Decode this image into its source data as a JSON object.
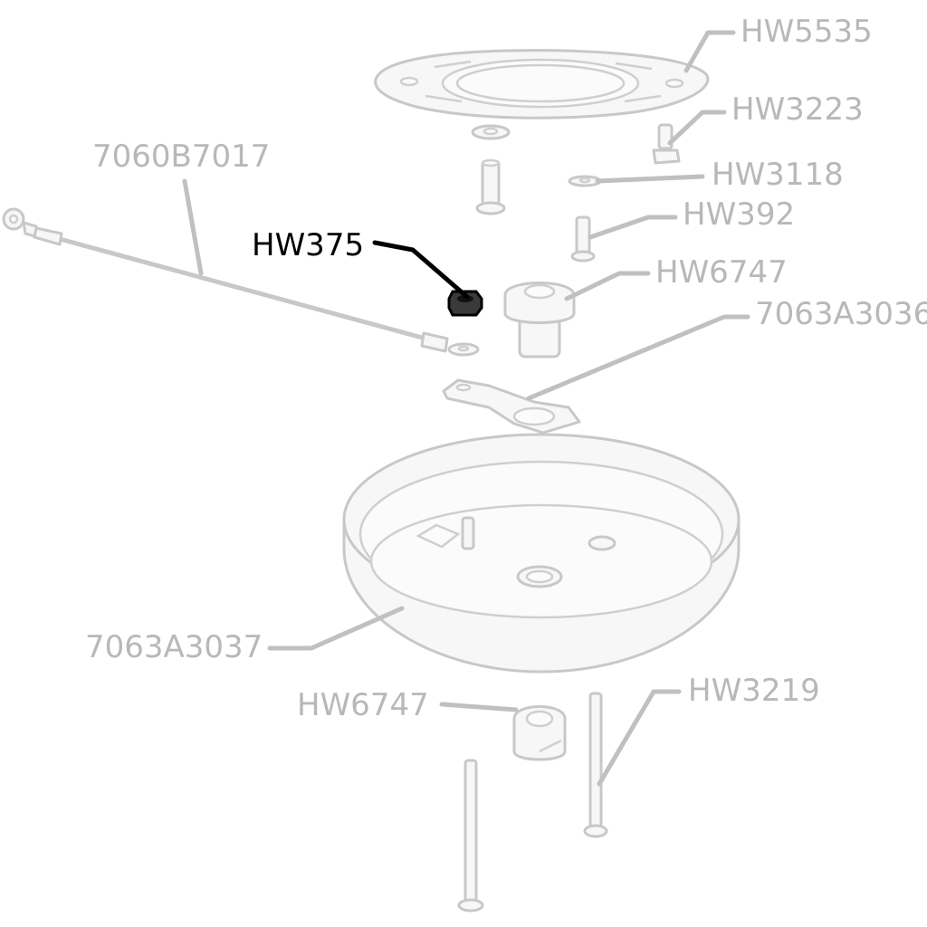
{
  "labels": {
    "hw5535": "HW5535",
    "hw3223": "HW3223",
    "hw3118": "HW3118",
    "hw392": "HW392",
    "hw6747_top": "HW6747",
    "part_7063a3036": "7063A3036",
    "part_7060b7017": "7060B7017",
    "hw375": "HW375",
    "part_7063a3037": "7063A3037",
    "hw6747_bottom": "HW6747",
    "hw3219": "HW3219"
  },
  "highlighted_part": "HW375",
  "colors": {
    "highlight": "#000000",
    "muted_label": "#b8b8b8",
    "part_outline": "#c8c8c8"
  }
}
